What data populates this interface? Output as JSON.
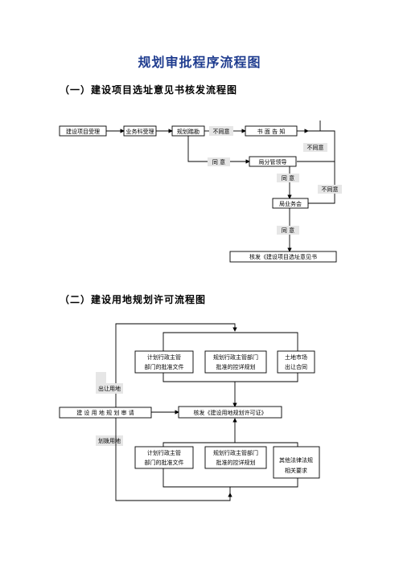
{
  "title": "规划审批程序流程图",
  "section1": {
    "heading": "（一）建设项目选址意见书核发流程图",
    "nodes": {
      "apply": "建设项目受理",
      "accept": "业务科受理",
      "survey": "规划踏勘",
      "notice": "书 面 告 知",
      "dept_review": "局分管领导",
      "council": "局业务会",
      "issue": "核发《建设项目选址意见书"
    },
    "labels": {
      "disagree1": "不同意",
      "agree1": "同 意",
      "disagree2": "不同意",
      "agree2": "同 意",
      "disagree3": "不同意",
      "agree3": "同 意"
    }
  },
  "section2": {
    "heading": "（二）建设用地规划许可流程图",
    "nodes": {
      "plan_top": [
        "计划行政主管",
        "部门的批准文件"
      ],
      "zone_top": [
        "规划行政主管部门",
        "批准的控详规划"
      ],
      "land_contract": [
        "土地市场",
        "出让合同"
      ],
      "transfer_label": "出让用地",
      "apply": "建 设 用 地 规 划 审 请",
      "issue": "核发《建设用地规划许可证》",
      "allot_label": "划拨用地",
      "plan_bottom": [
        "计划行政主管",
        "部门的批准文件"
      ],
      "zone_bottom": [
        "规划行政主管部门",
        "批准的控详规划"
      ],
      "other_laws": [
        "其他法律法规",
        "相关要求"
      ]
    }
  }
}
